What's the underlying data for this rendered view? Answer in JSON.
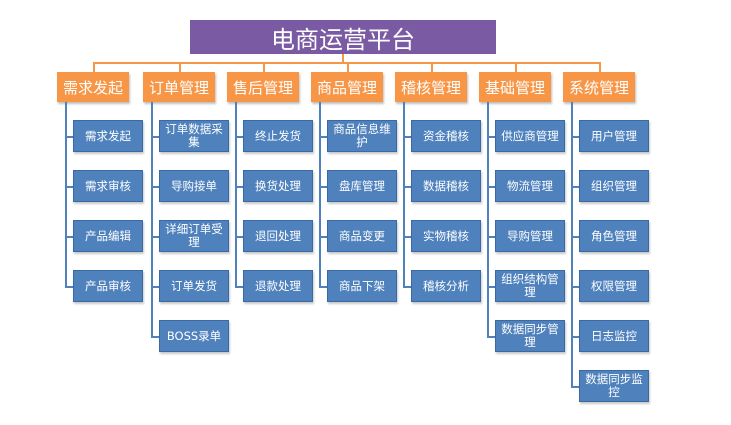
{
  "root": {
    "title": "电商运营平台"
  },
  "categories": [
    {
      "label": "需求发起",
      "items": [
        "需求发起",
        "需求审核",
        "产品编辑",
        "产品审核"
      ]
    },
    {
      "label": "订单管理",
      "items": [
        "订单数据采集",
        "导购接单",
        "详细订单受理",
        "订单发货",
        "BOSS录单"
      ]
    },
    {
      "label": "售后管理",
      "items": [
        "终止发货",
        "换货处理",
        "退回处理",
        "退款处理"
      ]
    },
    {
      "label": "商品管理",
      "items": [
        "商品信息维护",
        "盘库管理",
        "商品变更",
        "商品下架"
      ]
    },
    {
      "label": "稽核管理",
      "items": [
        "资金稽核",
        "数据稽核",
        "实物稽核",
        "稽核分析"
      ]
    },
    {
      "label": "基础管理",
      "items": [
        "供应商管理",
        "物流管理",
        "导购管理",
        "组织结构管理",
        "数据同步管理"
      ]
    },
    {
      "label": "系统管理",
      "items": [
        "用户管理",
        "组织管理",
        "角色管理",
        "权限管理",
        "日志监控",
        "数据同步监控"
      ]
    }
  ]
}
